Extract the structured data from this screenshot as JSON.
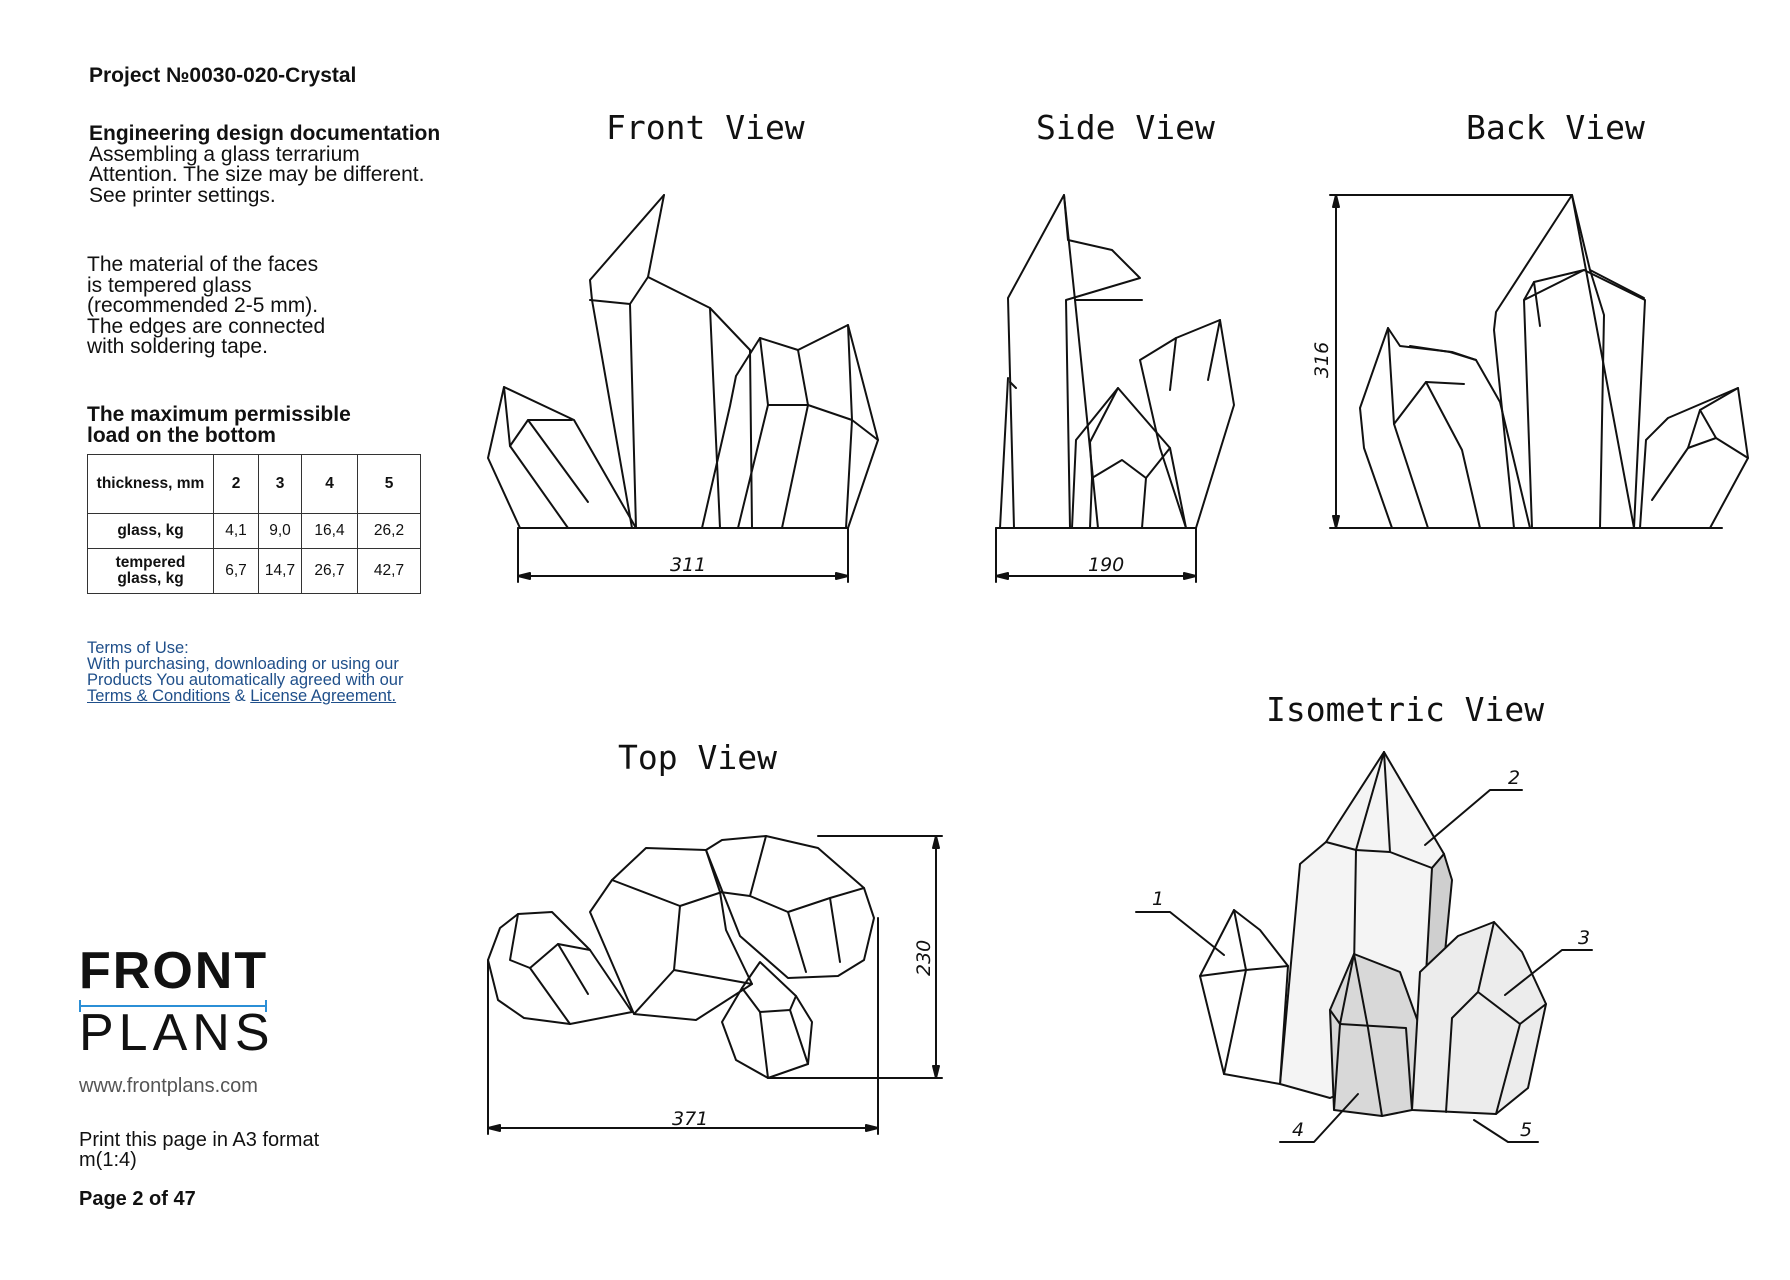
{
  "project": "Project №0030-020-Crystal",
  "doc": {
    "title": "Engineering design documentation",
    "lines": [
      "Assembling a glass terrarium",
      "Attention. The size may be different.",
      "See printer settings."
    ]
  },
  "material": {
    "lines": [
      "The material of the faces",
      "is tempered glass",
      "(recommended 2-5 mm).",
      "The edges are connected",
      "with soldering tape."
    ]
  },
  "max_load": {
    "lines": [
      "The maximum permissible",
      "load on the bottom"
    ]
  },
  "load_table": {
    "header": [
      "thickness, mm",
      "2",
      "3",
      "4",
      "5"
    ],
    "rows": [
      {
        "label": "glass, kg",
        "values": [
          "4,1",
          "9,0",
          "16,4",
          "26,2"
        ]
      },
      {
        "label_lines": [
          "tempered",
          "glass, kg"
        ],
        "values": [
          "6,7",
          "14,7",
          "26,7",
          "42,7"
        ]
      }
    ]
  },
  "terms": {
    "title": "Terms of Use:",
    "line1": "With purchasing, downloading or using our",
    "line2": "Products You automatically agreed with our",
    "link1": "Terms & Conditions",
    "amp": " & ",
    "link2": "License Agreement."
  },
  "logo": {
    "line1": "FRONT",
    "line2": "PLANS"
  },
  "website": "www.frontplans.com",
  "print": {
    "line1": "Print this page in A3 format",
    "line2": "m(1:4)"
  },
  "page": "Page 2 of 47",
  "views": {
    "front": {
      "title": "Front View",
      "dim_width": "311"
    },
    "side": {
      "title": "Side View",
      "dim_width": "190"
    },
    "back": {
      "title": "Back View",
      "dim_height": "316"
    },
    "top": {
      "title": "Top View",
      "dim_width": "371",
      "dim_height": "230"
    },
    "iso": {
      "title": "Isometric View",
      "callouts": [
        "1",
        "2",
        "3",
        "4",
        "5"
      ]
    }
  },
  "colors": {
    "link": "#1f4f8a",
    "logo_rule": "#2b8fd6"
  }
}
